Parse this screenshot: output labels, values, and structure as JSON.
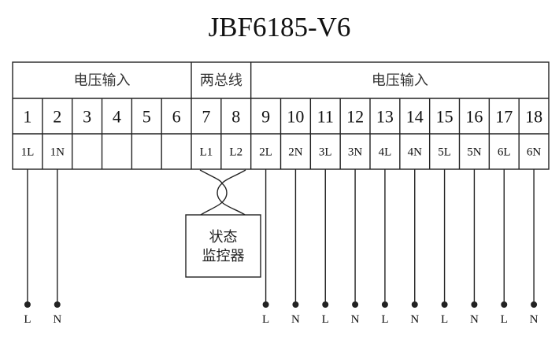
{
  "title": "JBF6185-V6",
  "groups": [
    {
      "label": "电压输入",
      "start_terminal": 1,
      "end_terminal": 6
    },
    {
      "label": "两总线",
      "start_terminal": 7,
      "end_terminal": 8
    },
    {
      "label": "电压输入",
      "start_terminal": 9,
      "end_terminal": 18
    }
  ],
  "terminals": [
    {
      "number": "1",
      "label": "1L",
      "wire": "L"
    },
    {
      "number": "2",
      "label": "1N",
      "wire": "N"
    },
    {
      "number": "3",
      "label": "",
      "wire": ""
    },
    {
      "number": "4",
      "label": "",
      "wire": ""
    },
    {
      "number": "5",
      "label": "",
      "wire": ""
    },
    {
      "number": "6",
      "label": "",
      "wire": ""
    },
    {
      "number": "7",
      "label": "L1",
      "wire": "bus"
    },
    {
      "number": "8",
      "label": "L2",
      "wire": "bus"
    },
    {
      "number": "9",
      "label": "2L",
      "wire": "L"
    },
    {
      "number": "10",
      "label": "2N",
      "wire": "N"
    },
    {
      "number": "11",
      "label": "3L",
      "wire": "L"
    },
    {
      "number": "12",
      "label": "3N",
      "wire": "N"
    },
    {
      "number": "13",
      "label": "4L",
      "wire": "L"
    },
    {
      "number": "14",
      "label": "4N",
      "wire": "N"
    },
    {
      "number": "15",
      "label": "5L",
      "wire": "L"
    },
    {
      "number": "16",
      "label": "5N",
      "wire": "N"
    },
    {
      "number": "17",
      "label": "6L",
      "wire": "L"
    },
    {
      "number": "18",
      "label": "6N",
      "wire": "N"
    }
  ],
  "monitor": {
    "line1": "状态",
    "line2": "监控器"
  },
  "colors": {
    "line": "#222222",
    "background": "#ffffff"
  }
}
